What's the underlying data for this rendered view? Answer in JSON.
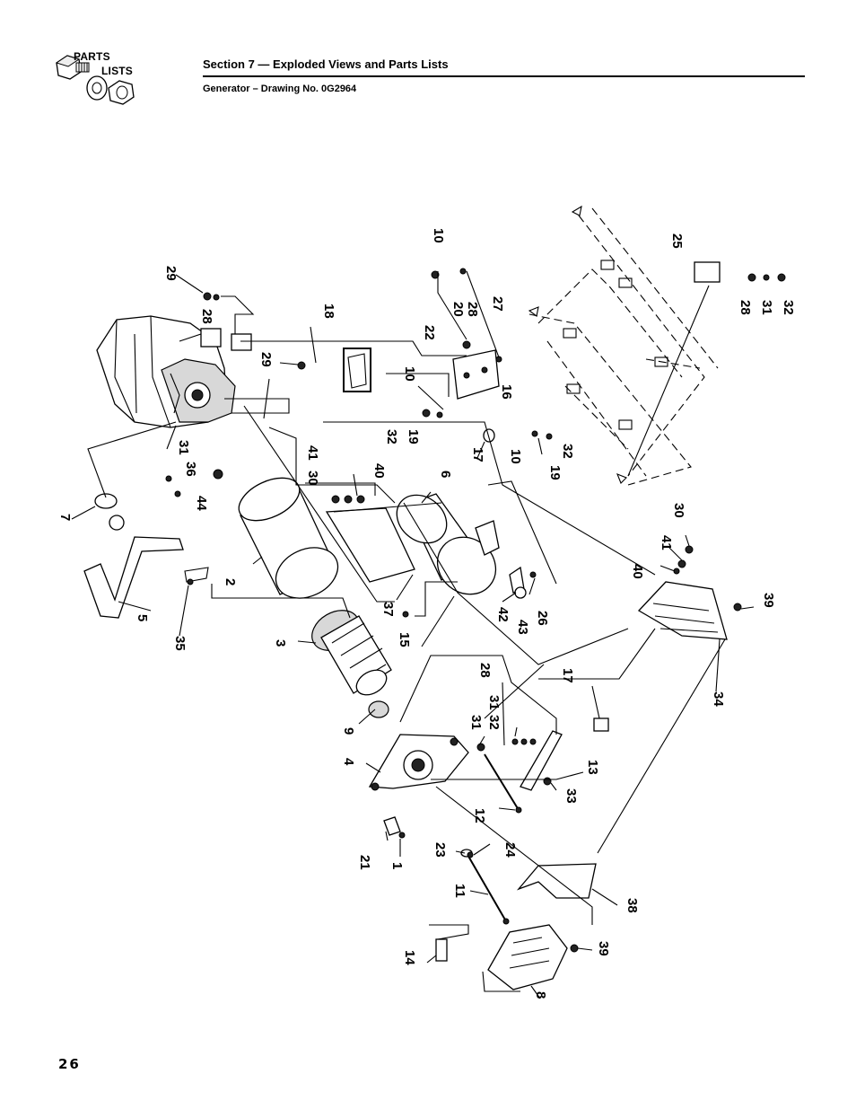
{
  "header": {
    "logo_word_1": "PARTS",
    "logo_word_2": "LISTS",
    "section_title": "Section 7 — Exploded Views and Parts Lists",
    "drawing_title": "Generator – Drawing No. 0G2964"
  },
  "page_number": "26",
  "callouts": {
    "c29a": "29",
    "c28a": "28",
    "c18": "18",
    "c29b": "29",
    "c22": "22",
    "c20": "20",
    "c28b": "28",
    "c27": "27",
    "c10a": "10",
    "c10b": "10",
    "c16": "16",
    "c32a": "32",
    "c19a": "19",
    "c17a": "17",
    "c10c": "10",
    "c32b": "32",
    "c19b": "19",
    "c25": "25",
    "c28c": "28",
    "c31a": "31",
    "c32c": "32",
    "c7": "7",
    "c31b": "31",
    "c36": "36",
    "c44": "44",
    "c41a": "41",
    "c30a": "30",
    "c40a": "40",
    "c6": "6",
    "c2": "2",
    "c5": "5",
    "c35": "35",
    "c3": "3",
    "c37": "37",
    "c15": "15",
    "c42": "42",
    "c43": "43",
    "c26": "26",
    "c30b": "30",
    "c41b": "41",
    "c40b": "40",
    "c39a": "39",
    "c34": "34",
    "c9": "9",
    "c28d": "28",
    "c31c": "31",
    "c32d": "32",
    "c31d": "31",
    "c17b": "17",
    "c4": "4",
    "c13": "13",
    "c12": "12",
    "c33": "33",
    "c21": "21",
    "c1": "1",
    "c23": "23",
    "c24": "24",
    "c11": "11",
    "c14": "14",
    "c8": "8",
    "c38": "38",
    "c39b": "39"
  }
}
